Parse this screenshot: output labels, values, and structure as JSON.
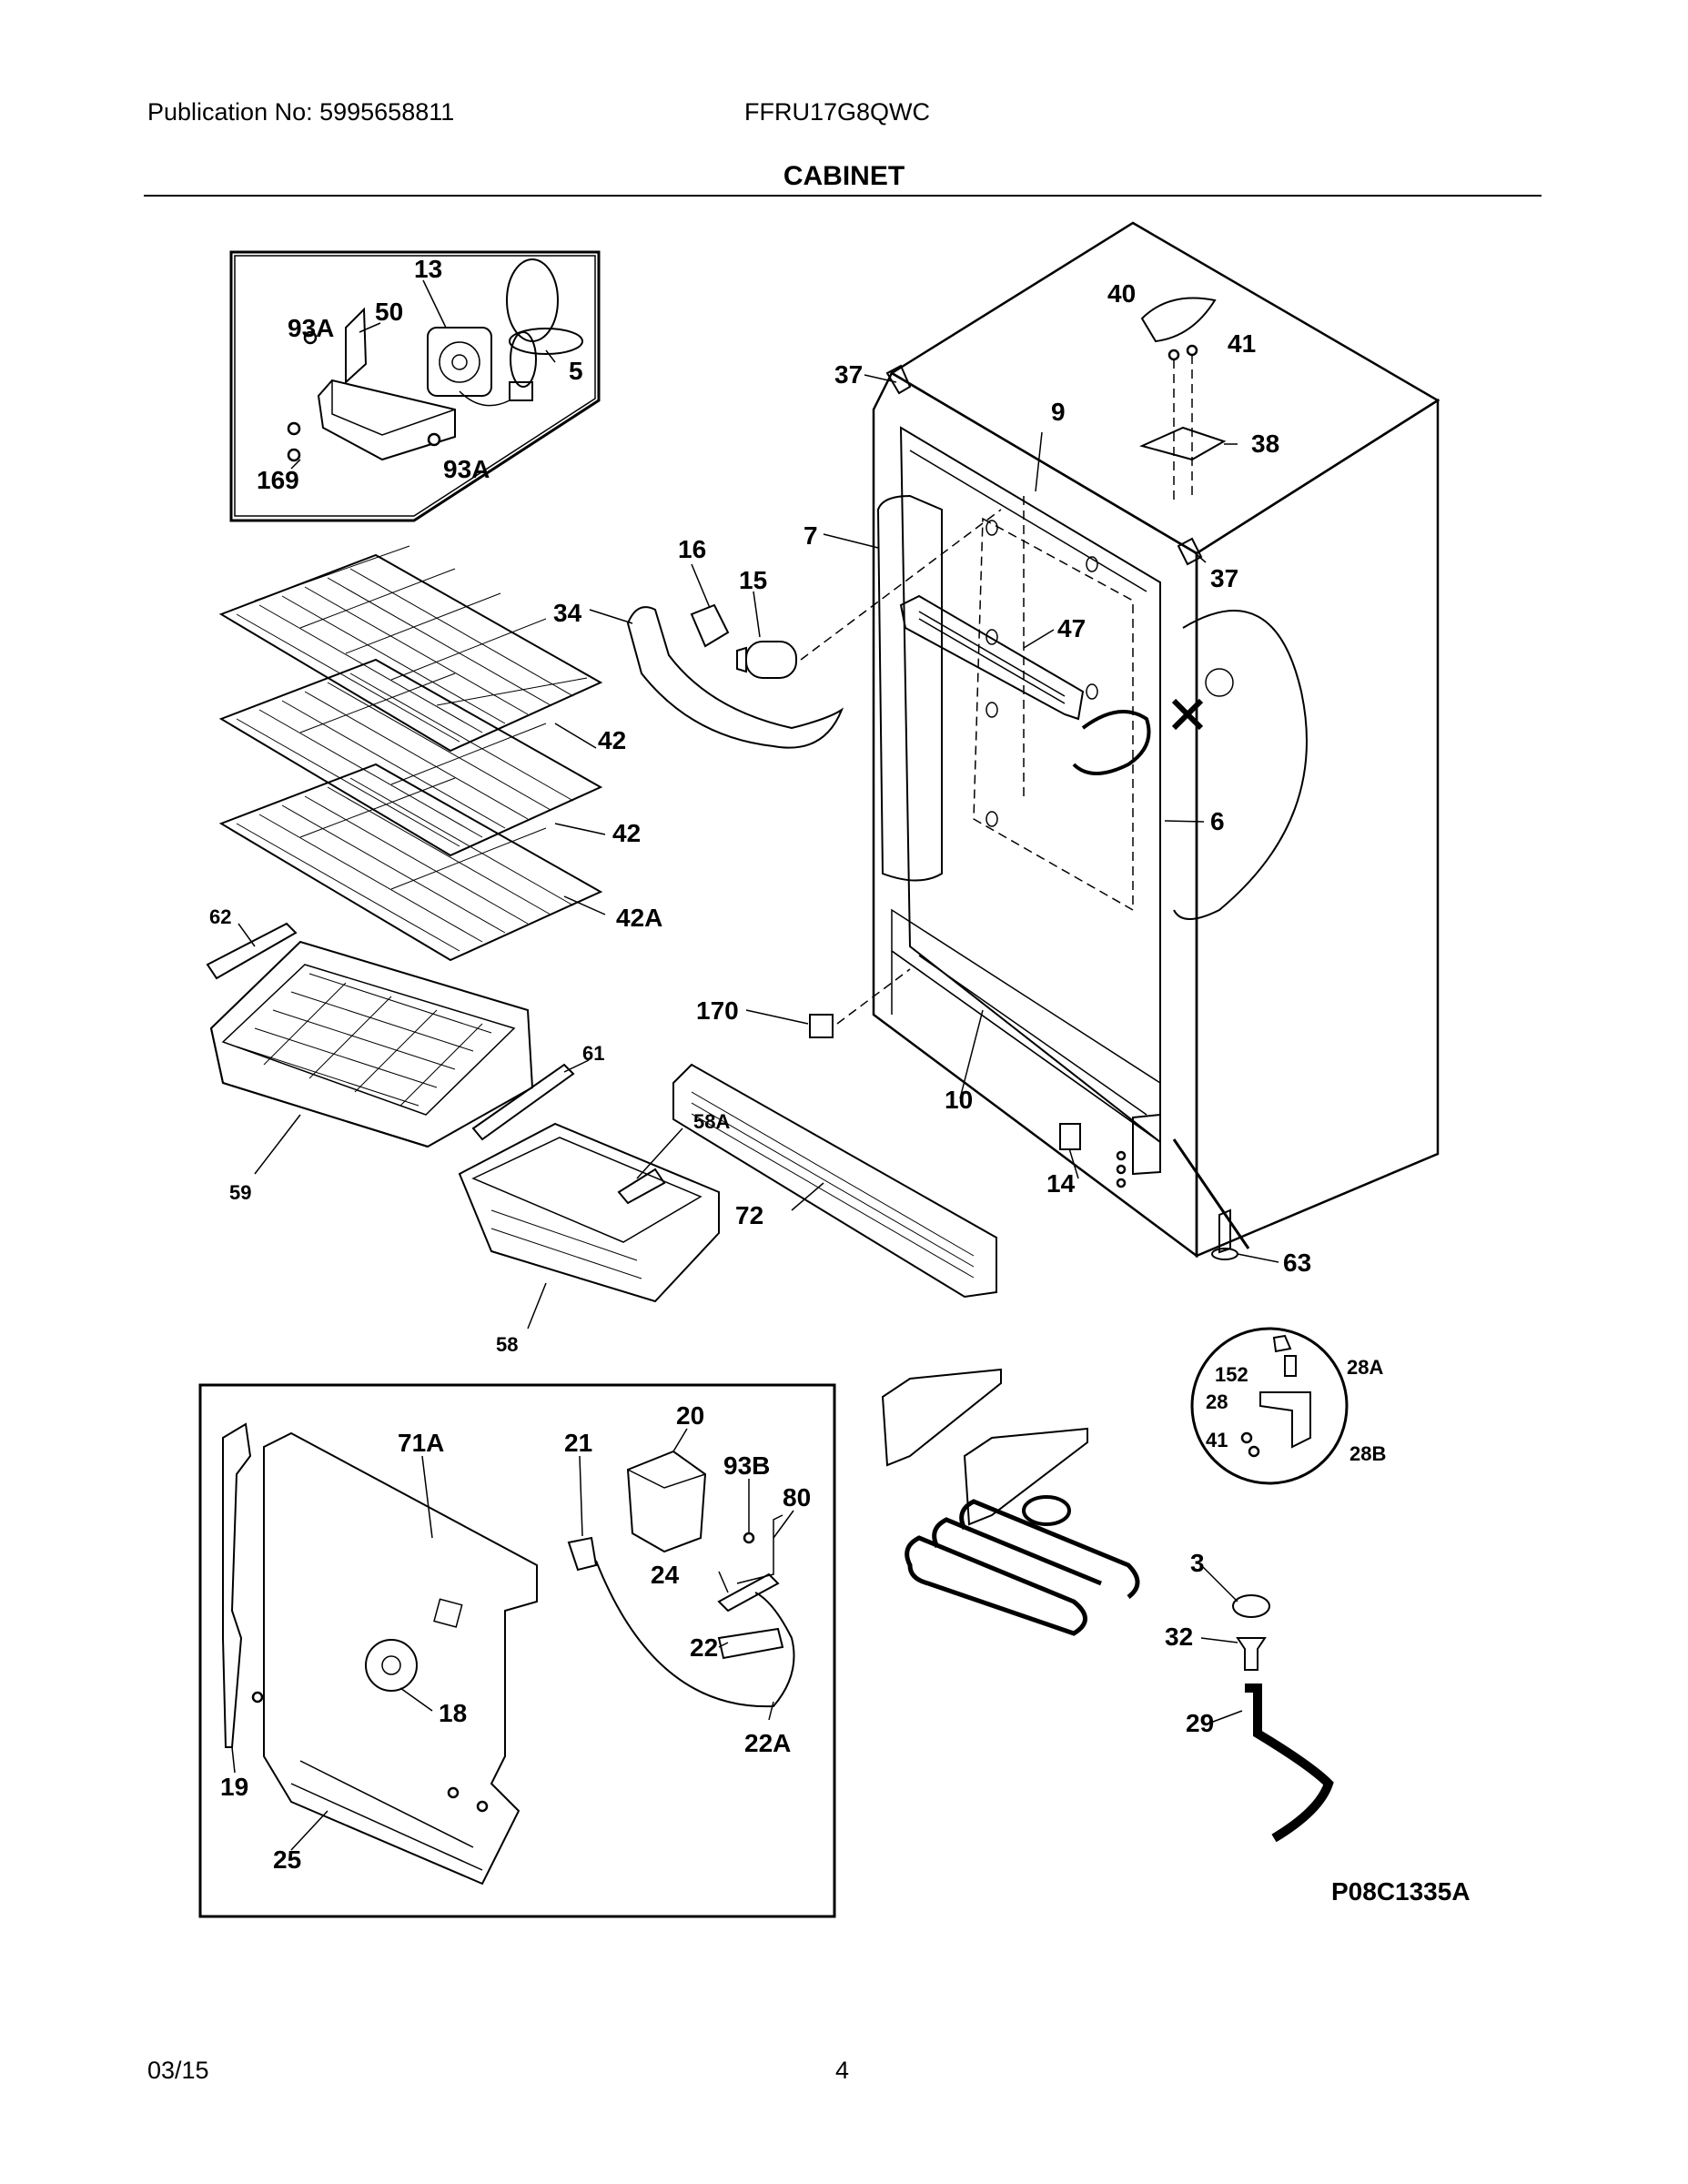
{
  "header": {
    "publication": "Publication No: 5995658811",
    "model": "FFRU17G8QWC",
    "section_title": "CABINET"
  },
  "footer": {
    "date": "03/15",
    "page": "4"
  },
  "diagram_code": "P08C1335A",
  "part_labels": [
    "13",
    "50",
    "93A",
    "5",
    "169",
    "93A",
    "40",
    "41",
    "37",
    "38",
    "9",
    "7",
    "37",
    "16",
    "15",
    "34",
    "47",
    "42",
    "42",
    "42A",
    "6",
    "62",
    "61",
    "170",
    "10",
    "58A",
    "59",
    "72",
    "14",
    "58",
    "63",
    "152",
    "28A",
    "28",
    "41",
    "28B",
    "20",
    "71A",
    "21",
    "93B",
    "80",
    "24",
    "22",
    "22A",
    "18",
    "19",
    "25",
    "3",
    "32",
    "29"
  ]
}
